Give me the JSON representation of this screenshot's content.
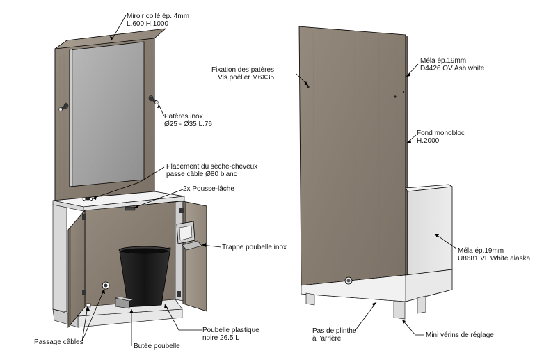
{
  "labels": {
    "miroir": [
      "Miroir collé ép. 4mm",
      "L.600 H.1000"
    ],
    "pateres": [
      "Patères inox",
      "Ø25 - Ø35 L.76"
    ],
    "seche_cheveux": [
      "Placement du sèche-cheveux",
      "passe câble Ø80 blanc"
    ],
    "pousse_lache": [
      "2x Pousse-lâche"
    ],
    "trappe": [
      "Trappe poubelle inox"
    ],
    "poubelle": [
      "Poubelle plastique",
      "noire 26.5 L"
    ],
    "butee": [
      "Butée poubelle"
    ],
    "passage": [
      "Passage câbles"
    ],
    "fixation": [
      "Fixation des patères",
      "Vis poêlier M6X35"
    ],
    "mela_ash": [
      "Méla ép.19mm",
      "D4426 OV Ash white"
    ],
    "fond": [
      "Fond monobloc",
      "H.2000"
    ],
    "mela_white": [
      "Méla ép.19mm",
      "U8681 VL White alaska"
    ],
    "plinthe": [
      "Pas de plinthe",
      "à l'arrière"
    ],
    "verins": [
      "Mini vérins de réglage"
    ]
  },
  "colors": {
    "wood": "#8f8478",
    "wood_dark": "#6e655b",
    "white_panel": "#e6e6e6",
    "mirror": "#a8a8a8",
    "bin": "#1c1c1c",
    "line": "#000000"
  }
}
